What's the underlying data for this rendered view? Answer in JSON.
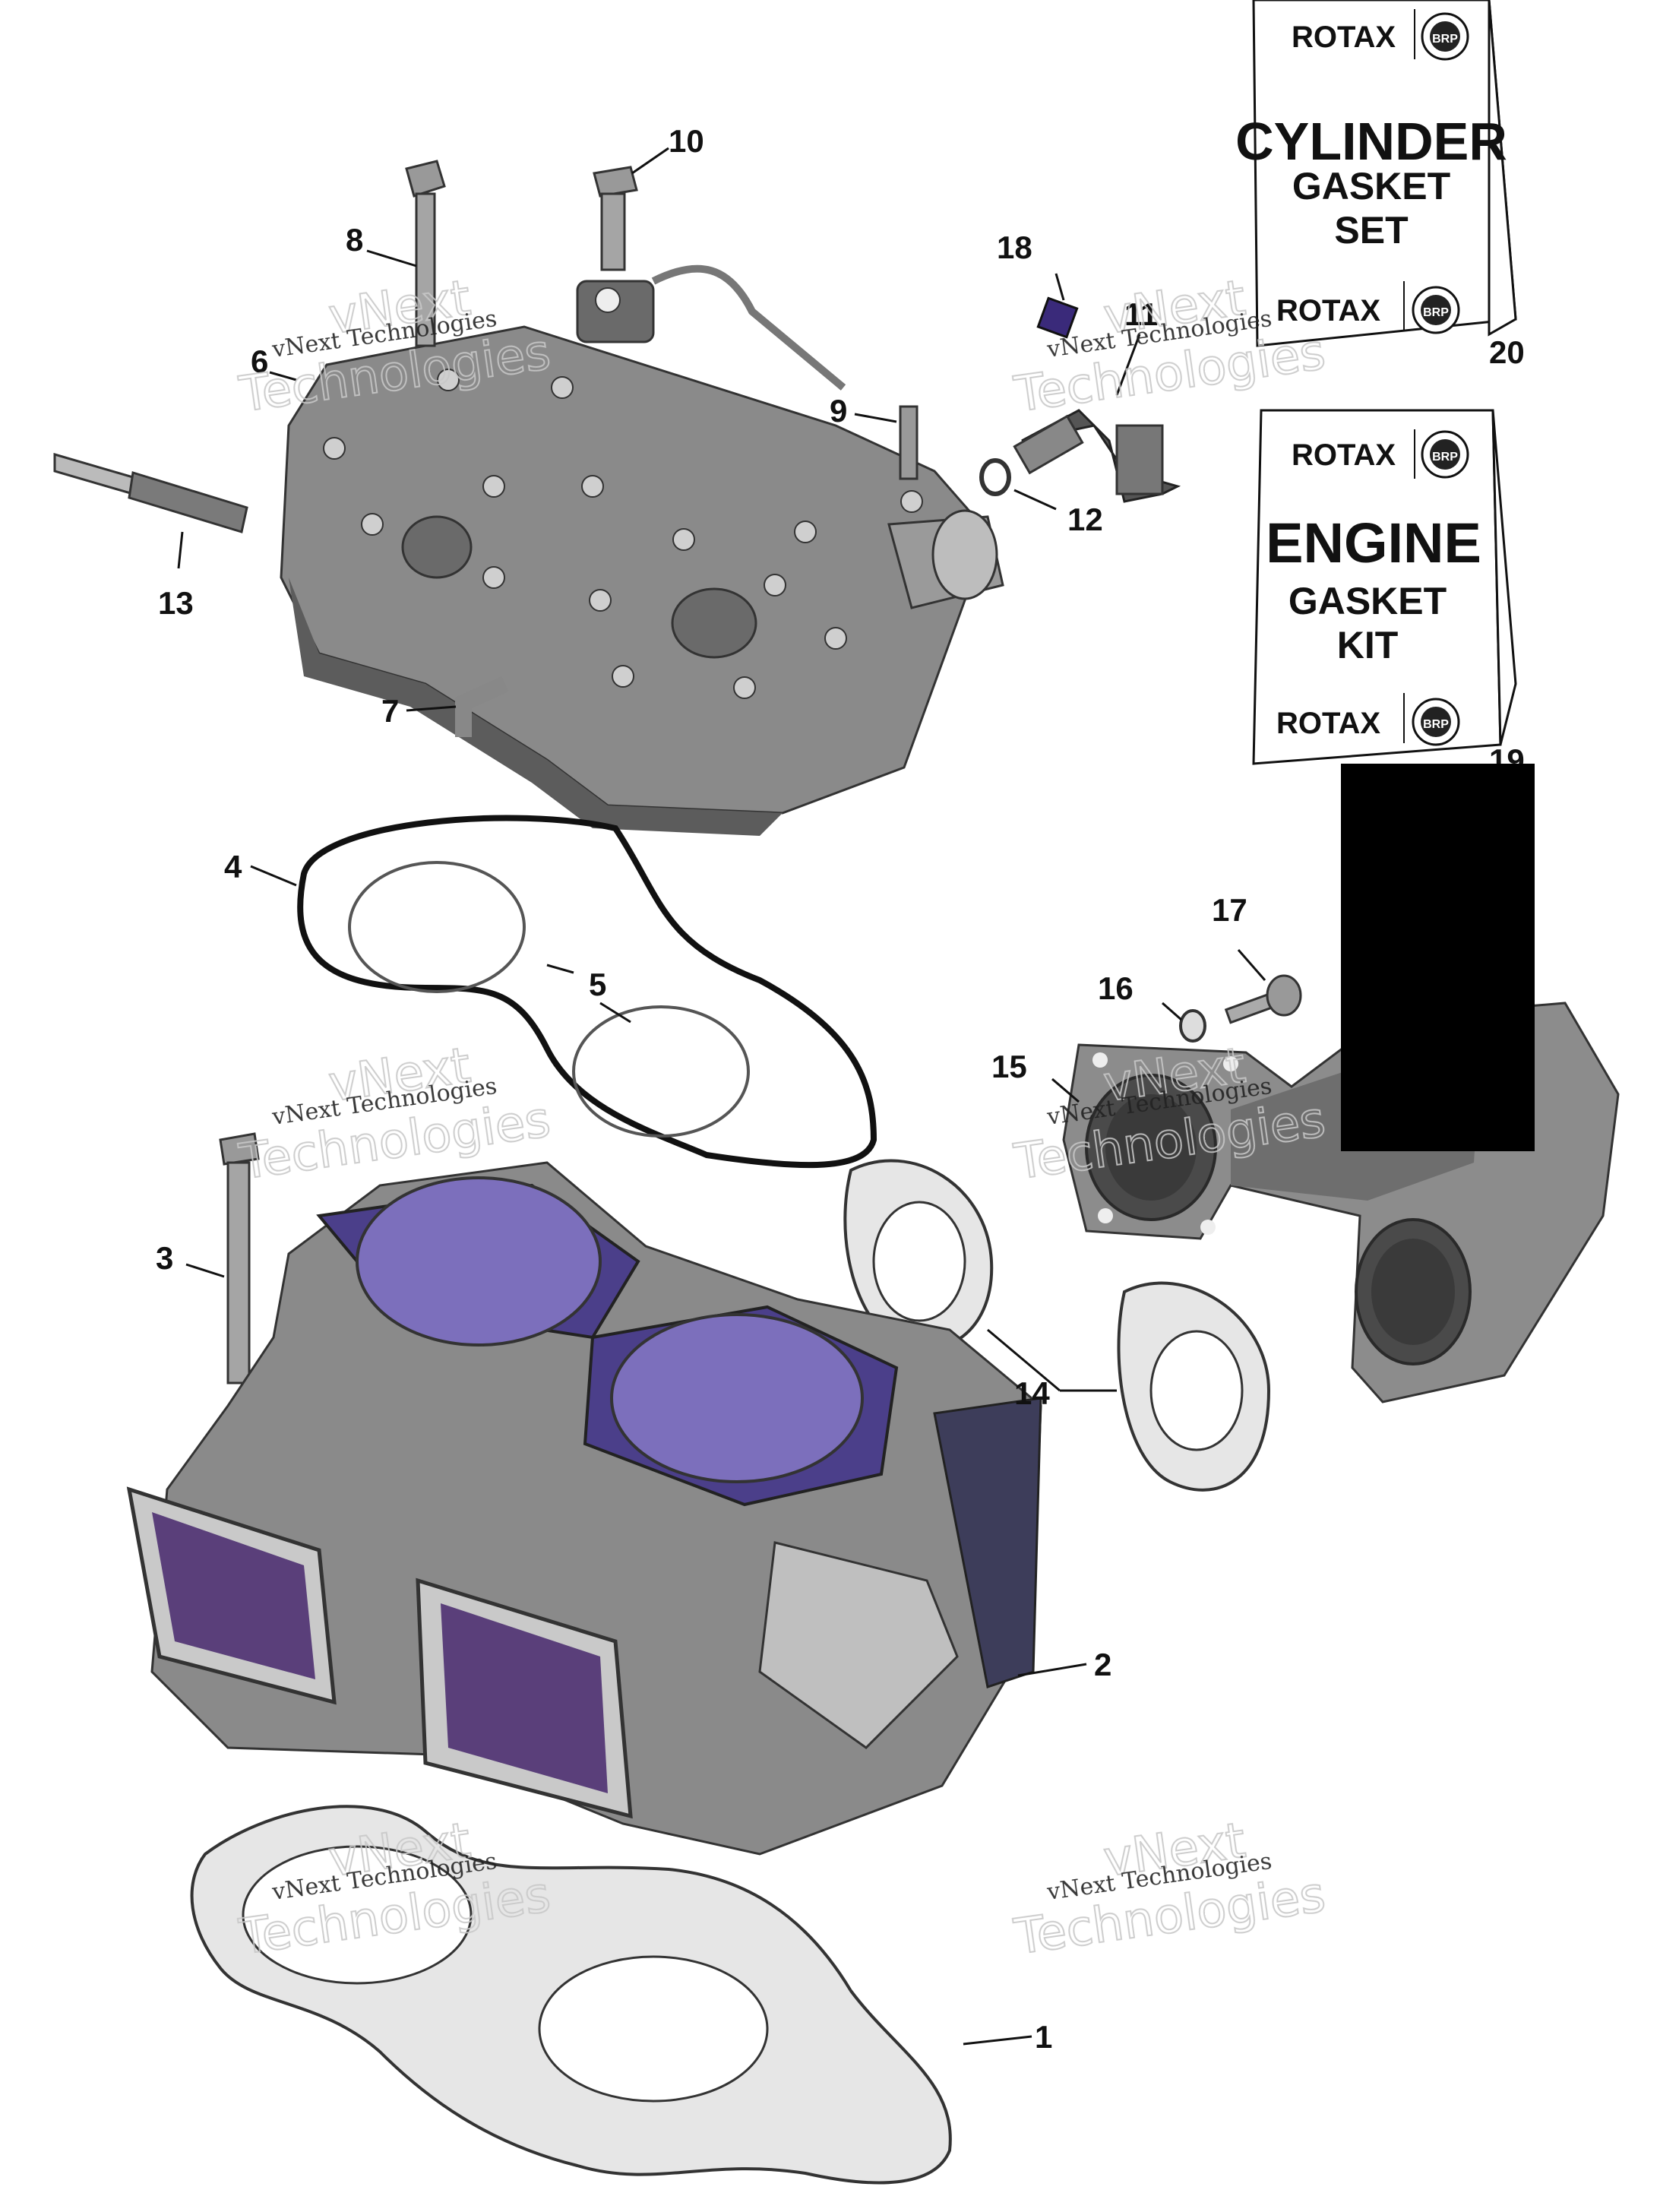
{
  "diagram": {
    "callouts": [
      "1",
      "2",
      "3",
      "4",
      "5",
      "6",
      "7",
      "8",
      "9",
      "10",
      "11",
      "12",
      "13",
      "14",
      "15",
      "16",
      "17",
      "18",
      "19",
      "20"
    ],
    "watermark": {
      "line1": "vNext Technologies",
      "line2": "Technologies",
      "line3": "vNext"
    },
    "kits": [
      {
        "brand": "ROTAX",
        "brand_mark": "BRP",
        "line1": "CYLINDER",
        "line2": "GASKET",
        "line3": "SET",
        "number": "20"
      },
      {
        "brand": "ROTAX",
        "brand_mark": "BRP",
        "line1": "ENGINE",
        "line2": "GASKET",
        "line3": "KIT",
        "number": "19"
      }
    ],
    "colors": {
      "casting": "#8a8a8a",
      "casting_dark": "#5a5a5a",
      "interior": "#4b3f8a",
      "gasket": "#e6e6e6",
      "redaction": "#000000"
    }
  }
}
